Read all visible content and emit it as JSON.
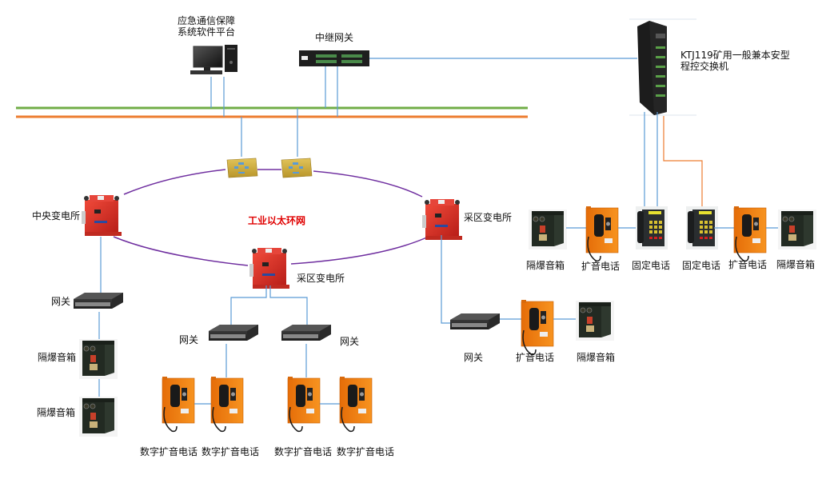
{
  "diagram": {
    "colors": {
      "bus_green": "#70ad47",
      "bus_orange": "#ed7d31",
      "link_blue": "#5b9bd5",
      "ring_purple": "#7030a0",
      "substation_red": "#e0322a",
      "switch_yellow": "#d4b33a",
      "phone_orange": "#f07d10",
      "ring_title": "#e00000"
    },
    "ring_title": "工业以太环网",
    "top": {
      "platform_label_line1": "应急通信保障",
      "platform_label_line2": "系统软件平台",
      "relay_gateway_label": "中继网关",
      "exchange_label_line1": "KTJ119矿用一般兼本安型",
      "exchange_label_line2": "程控交换机"
    },
    "substations": {
      "central": "中央变电所",
      "mining_right": "采区变电所",
      "mining_bottom": "采区变电所"
    },
    "left_branch": {
      "gateway": "网关",
      "speaker1": "隔爆音箱",
      "speaker2": "隔爆音箱"
    },
    "bottom_branch": {
      "gateway_left": "网关",
      "gateway_right": "网关",
      "phones": [
        "数字扩音电话",
        "数字扩音电话",
        "数字扩音电话",
        "数字扩音电话"
      ]
    },
    "right_branch": {
      "gateway": "网关",
      "phone": "扩音电话",
      "speaker": "隔爆音箱"
    },
    "exchange_row": {
      "labels": [
        "隔爆音箱",
        "扩音电话",
        "固定电话",
        "固定电话",
        "扩音电话",
        "隔爆音箱"
      ]
    }
  }
}
